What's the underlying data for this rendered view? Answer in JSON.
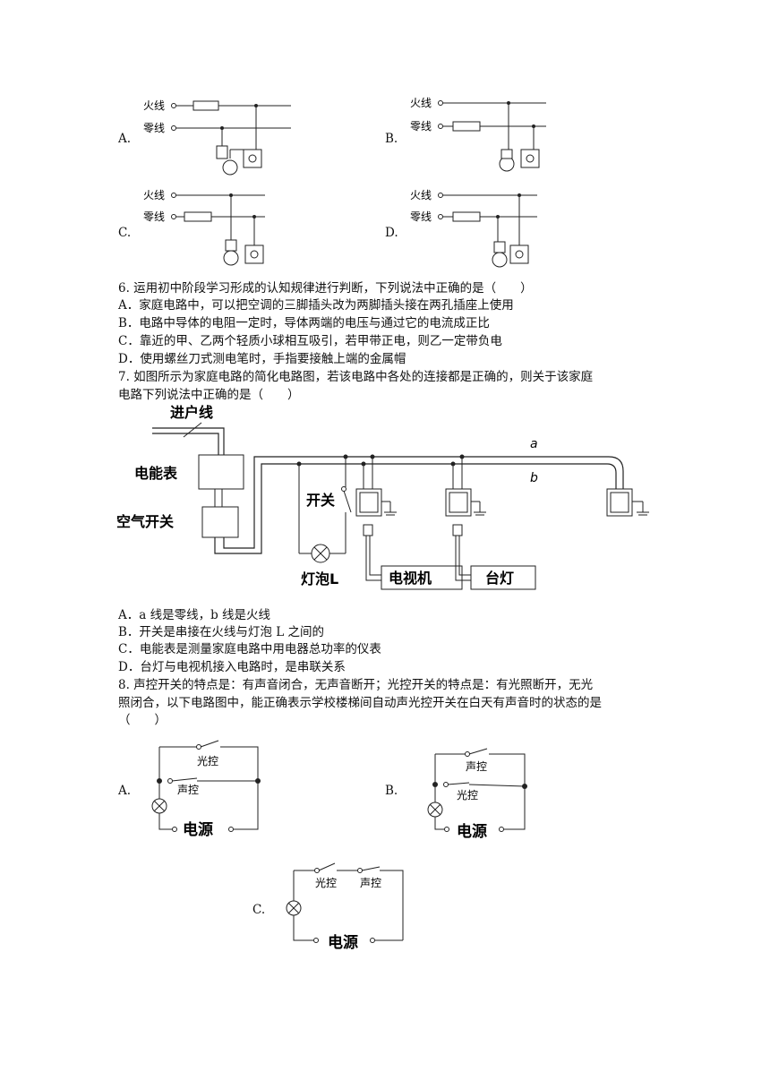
{
  "q5": {
    "options": [
      {
        "letter": "A.",
        "live": "火线",
        "neutral": "零线"
      },
      {
        "letter": "B.",
        "live": "火线",
        "neutral": "零线"
      },
      {
        "letter": "C.",
        "live": "火线",
        "neutral": "零线"
      },
      {
        "letter": "D.",
        "live": "火线",
        "neutral": "零线"
      }
    ]
  },
  "q6": {
    "stem": "6.  运用初中阶段学习形成的认知规律进行判断，下列说法中正确的是（　　）",
    "options": [
      "A．家庭电路中，可以把空调的三脚插头改为两脚插头接在两孔插座上使用",
      "B．电路中导体的电阻一定时，导体两端的电压与通过它的电流成正比",
      "C．靠近的甲、乙两个轻质小球相互吸引，若甲带正电，则乙一定带负电",
      "D．使用螺丝刀式测电笔时，手指要接触上端的金属帽"
    ]
  },
  "q7": {
    "stem_line1": "7.  如图所示为家庭电路的简化电路图，若该电路中各处的连接都是正确的，则关于该家庭",
    "stem_line2": "电路下列说法中正确的是（　　）",
    "figure": {
      "service_line": "进户线",
      "meter": "电能表",
      "air_switch": "空气开关",
      "switch": "开关",
      "bulb": "灯泡L",
      "tv": "电视机",
      "lamp": "台灯",
      "wire_a": "a",
      "wire_b": "b"
    },
    "options": [
      "A．a 线是零线，b 线是火线",
      "B．开关是串接在火线与灯泡 L 之间的",
      "C．电能表是测量家庭电路中用电器总功率的仪表",
      "D．台灯与电视机接入电路时，是串联关系"
    ]
  },
  "q8": {
    "stem_line1": "8.  声控开关的特点是：有声音闭合，无声音断开；光控开关的特点是：有光照断开，无光",
    "stem_line2": "照闭合，以下电路图中，能正确表示学校楼梯间自动声光控开关在白天有声音时的状态的是",
    "stem_line3": "（　　）",
    "options": [
      {
        "letter": "A.",
        "top": "光控",
        "middle": "声控",
        "source": "电源"
      },
      {
        "letter": "B.",
        "top": "声控",
        "middle": "光控",
        "source": "电源"
      },
      {
        "letter": "C.",
        "left": "光控",
        "right": "声控",
        "source": "电源"
      }
    ]
  }
}
